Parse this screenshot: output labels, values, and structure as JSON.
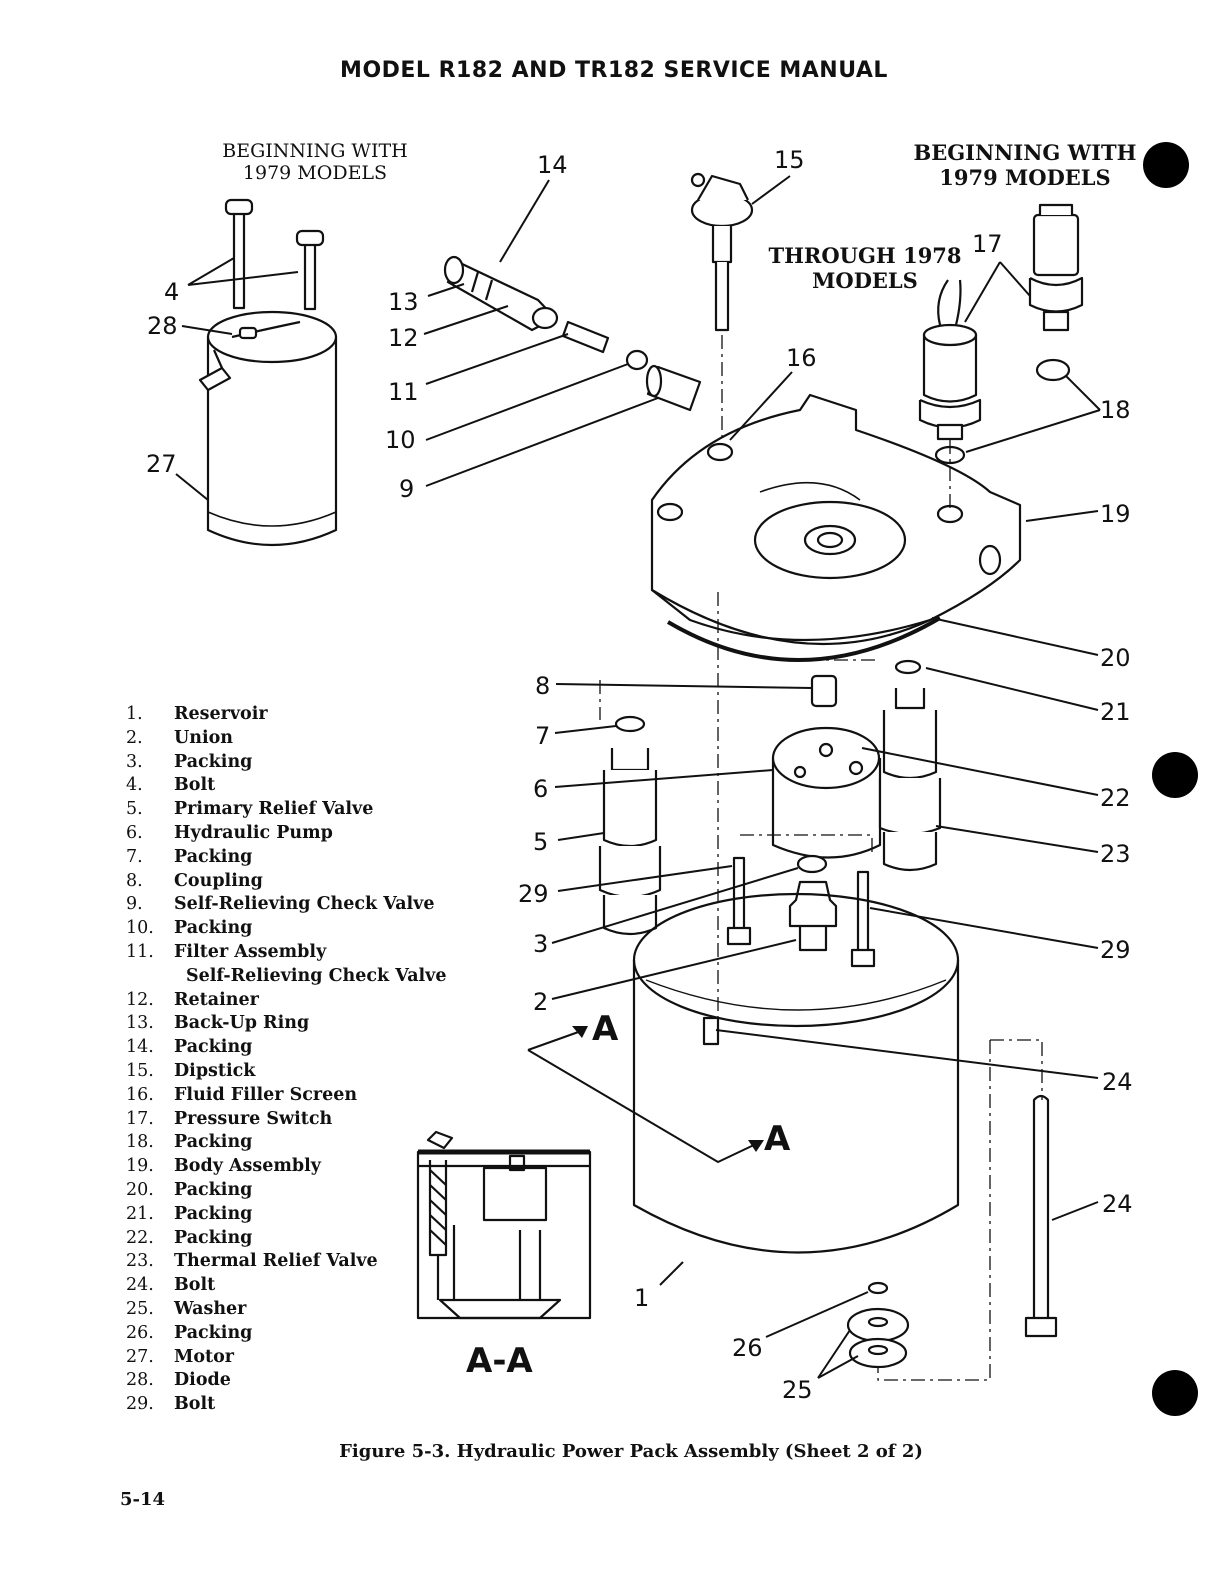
{
  "header": {
    "title": "MODEL R182 AND TR182 SERVICE MANUAL"
  },
  "notes": {
    "left_line1": "BEGINNING WITH",
    "left_line2": "1979 MODELS",
    "right_line1": "BEGINNING WITH",
    "right_line2": "1979 MODELS",
    "through_line1": "THROUGH 1978",
    "through_line2": "MODELS"
  },
  "callouts": {
    "c1": "1",
    "c2": "2",
    "c3": "3",
    "c4": "4",
    "c5": "5",
    "c6": "6",
    "c7": "7",
    "c8": "8",
    "c9": "9",
    "c10": "10",
    "c11": "11",
    "c12": "12",
    "c13": "13",
    "c14": "14",
    "c15": "15",
    "c16": "16",
    "c17": "17",
    "c18": "18",
    "c19": "19",
    "c20": "20",
    "c21": "21",
    "c22": "22",
    "c23": "23",
    "c24a": "24",
    "c24b": "24",
    "c25": "25",
    "c26": "26",
    "c27": "27",
    "c28": "28",
    "c29a": "29",
    "c29b": "29"
  },
  "section": {
    "marker_a1": "A",
    "marker_a2": "A",
    "view_label": "A-A"
  },
  "parts": [
    {
      "num": "1.",
      "name": "Reservoir"
    },
    {
      "num": "2.",
      "name": "Union"
    },
    {
      "num": "3.",
      "name": "Packing"
    },
    {
      "num": "4.",
      "name": "Bolt"
    },
    {
      "num": "5.",
      "name": "Primary Relief Valve"
    },
    {
      "num": "6.",
      "name": "Hydraulic Pump"
    },
    {
      "num": "7.",
      "name": "Packing"
    },
    {
      "num": "8.",
      "name": "Coupling"
    },
    {
      "num": "9.",
      "name": "Self-Relieving Check Valve"
    },
    {
      "num": "10.",
      "name": "Packing"
    },
    {
      "num": "11.",
      "name": "Filter Assembly"
    },
    {
      "num": "",
      "name": "Self-Relieving Check Valve"
    },
    {
      "num": "12.",
      "name": "Retainer"
    },
    {
      "num": "13.",
      "name": "Back-Up Ring"
    },
    {
      "num": "14.",
      "name": "Packing"
    },
    {
      "num": "15.",
      "name": "Dipstick"
    },
    {
      "num": "16.",
      "name": "Fluid Filler Screen"
    },
    {
      "num": "17.",
      "name": "Pressure Switch"
    },
    {
      "num": "18.",
      "name": "Packing"
    },
    {
      "num": "19.",
      "name": "Body Assembly"
    },
    {
      "num": "20.",
      "name": "Packing"
    },
    {
      "num": "21.",
      "name": "Packing"
    },
    {
      "num": "22.",
      "name": "Packing"
    },
    {
      "num": "23.",
      "name": "Thermal Relief Valve"
    },
    {
      "num": "24.",
      "name": "Bolt"
    },
    {
      "num": "25.",
      "name": "Washer"
    },
    {
      "num": "26.",
      "name": "Packing"
    },
    {
      "num": "27.",
      "name": "Motor"
    },
    {
      "num": "28.",
      "name": "Diode"
    },
    {
      "num": "29.",
      "name": "Bolt"
    }
  ],
  "caption": "Figure 5-3. Hydraulic Power Pack Assembly (Sheet 2 of 2)",
  "page_number": "5-14"
}
